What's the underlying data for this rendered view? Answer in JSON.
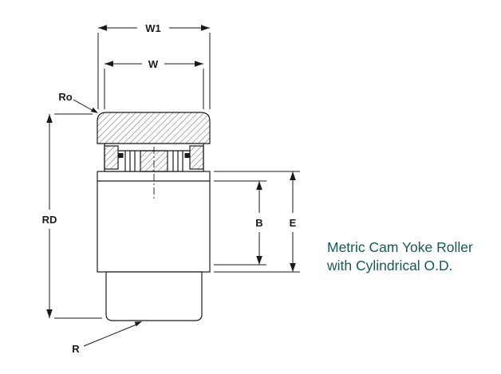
{
  "diagram": {
    "labels": {
      "w1": "W1",
      "w": "W",
      "ro": "Ro",
      "rd": "RD",
      "b": "B",
      "e": "E",
      "r": "R"
    },
    "caption": {
      "line1": "Metric Cam Yoke Roller",
      "line2": "with Cylindrical O.D."
    },
    "colors": {
      "line_color": "#1a1a1a",
      "caption_color": "#175753",
      "background": "#ffffff"
    }
  }
}
